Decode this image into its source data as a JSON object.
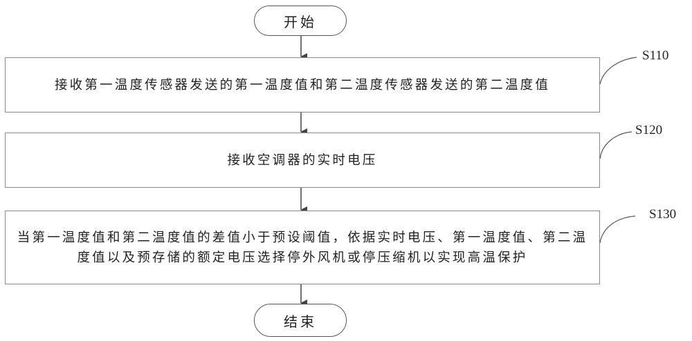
{
  "diagram": {
    "type": "flowchart",
    "start": {
      "label": "开始"
    },
    "end": {
      "label": "结束"
    },
    "steps": [
      {
        "id": "S110",
        "label": "S110",
        "text": "接收第一温度传感器发送的第一温度值和第二温度传感器发送的第二温度值"
      },
      {
        "id": "S120",
        "label": "S120",
        "text": "接收空调器的实时电压"
      },
      {
        "id": "S130",
        "label": "S130",
        "text": "当第一温度值和第二温度值的差值小于预设阈值，依据实时电压、第一温度值、第二温度值以及预存储的额定电压选择停外风机或停压缩机以实现高温保护"
      }
    ],
    "edges": [
      {
        "from": "start",
        "to": "S110"
      },
      {
        "from": "S110",
        "to": "S120"
      },
      {
        "from": "S120",
        "to": "S130"
      },
      {
        "from": "S130",
        "to": "end"
      }
    ]
  }
}
